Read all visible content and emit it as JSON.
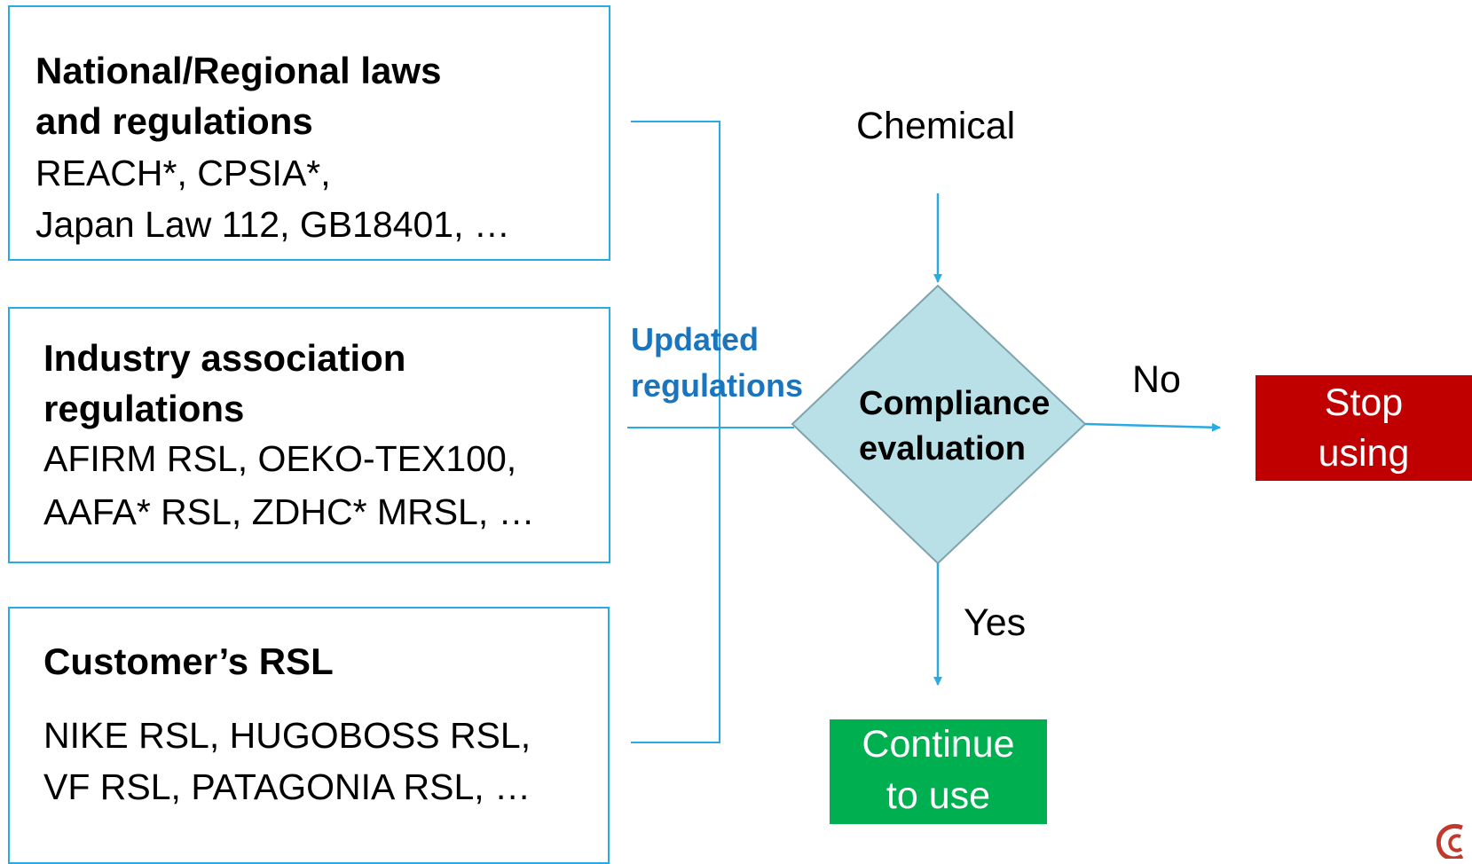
{
  "sources": [
    {
      "title_lines": [
        "National/Regional laws",
        "and regulations"
      ],
      "item_lines": [
        "REACH*, CPSIA*,",
        "Japan Law 112, GB18401, …"
      ]
    },
    {
      "title_lines": [
        "Industry association",
        "regulations"
      ],
      "item_lines": [
        "AFIRM RSL, OEKO-TEX100,",
        "AAFA* RSL, ZDHC* MRSL, …"
      ]
    },
    {
      "title_lines": [
        "Customer’s RSL"
      ],
      "item_lines": [
        "NIKE RSL, HUGOBOSS RSL,",
        "VF RSL, PATAGONIA RSL, …"
      ]
    }
  ],
  "updated_label_lines": [
    "Updated",
    "regulations"
  ],
  "input_label": "Chemical",
  "decision_lines": [
    "Compliance",
    "evaluation"
  ],
  "no_label": "No",
  "yes_label": "Yes",
  "stop_lines": [
    "Stop",
    "using"
  ],
  "continue_lines": [
    "Continue",
    "to use"
  ],
  "colors": {
    "border": "#29abe2",
    "updated_text": "#1b75bc",
    "diamond_fill": "#b9e0e6",
    "diamond_stroke": "#7fa3ab",
    "stop_fill": "#c00000",
    "continue_fill": "#00b050"
  }
}
